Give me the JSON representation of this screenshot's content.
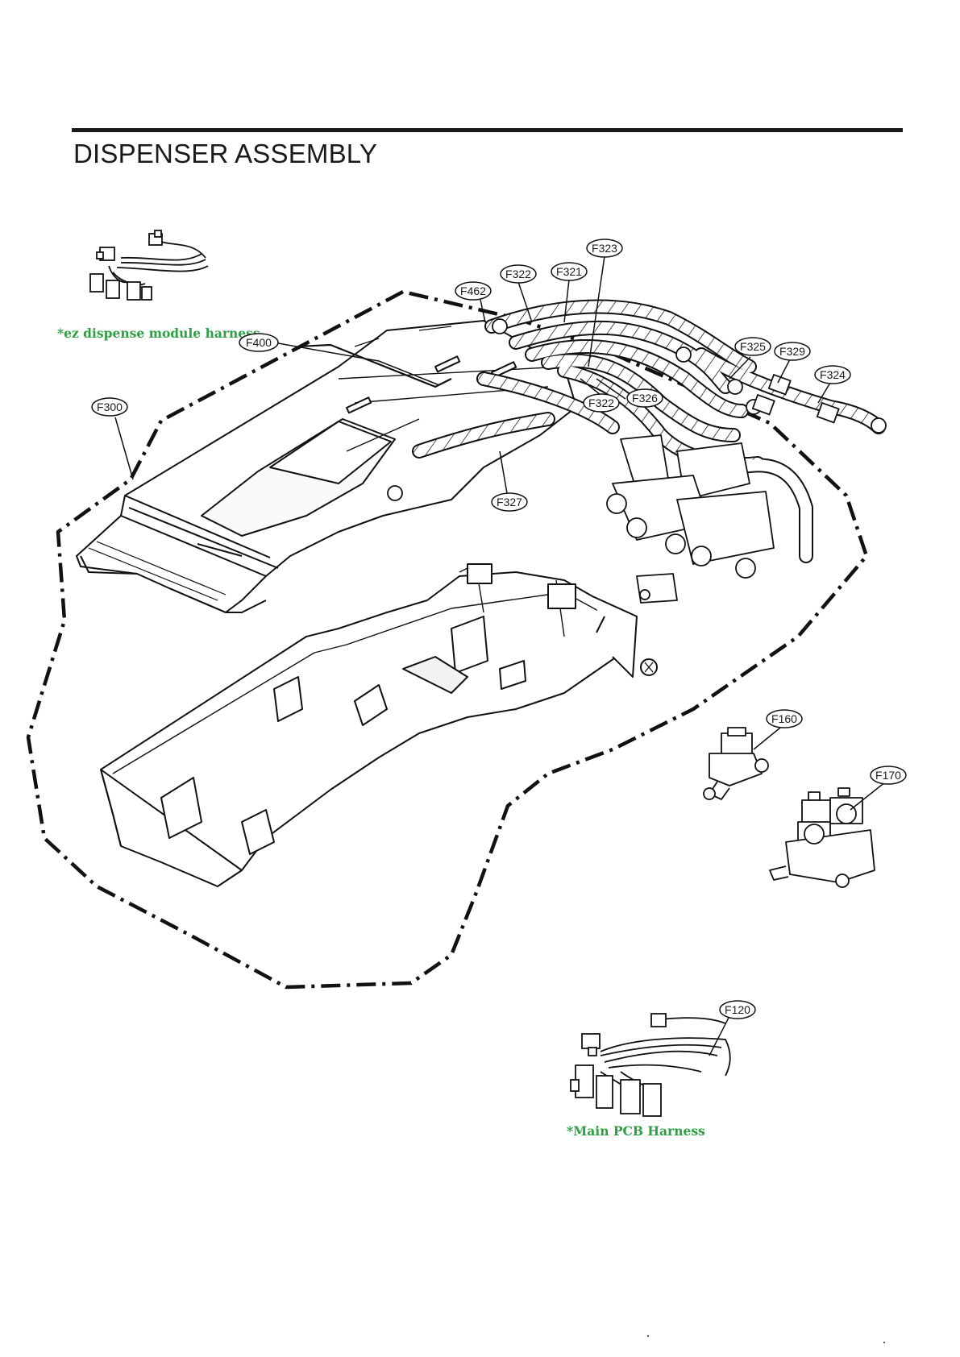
{
  "page": {
    "title": "DISPENSER ASSEMBLY",
    "accent_color": "#2ea043"
  },
  "notes": {
    "ez_harness": "*ez dispense module harness",
    "main_pcb_harness": "*Main PCB Harness"
  },
  "callouts": [
    {
      "id": "F323",
      "label": "F323"
    },
    {
      "id": "F322a",
      "label": "F322"
    },
    {
      "id": "F321",
      "label": "F321"
    },
    {
      "id": "F462",
      "label": "F462"
    },
    {
      "id": "F400",
      "label": "F400"
    },
    {
      "id": "F325",
      "label": "F325"
    },
    {
      "id": "F329",
      "label": "F329"
    },
    {
      "id": "F324",
      "label": "F324"
    },
    {
      "id": "F322b",
      "label": "F322"
    },
    {
      "id": "F326",
      "label": "F326"
    },
    {
      "id": "F300",
      "label": "F300"
    },
    {
      "id": "F327",
      "label": "F327"
    },
    {
      "id": "F160",
      "label": "F160"
    },
    {
      "id": "F170",
      "label": "F170"
    },
    {
      "id": "F120",
      "label": "F120"
    }
  ]
}
